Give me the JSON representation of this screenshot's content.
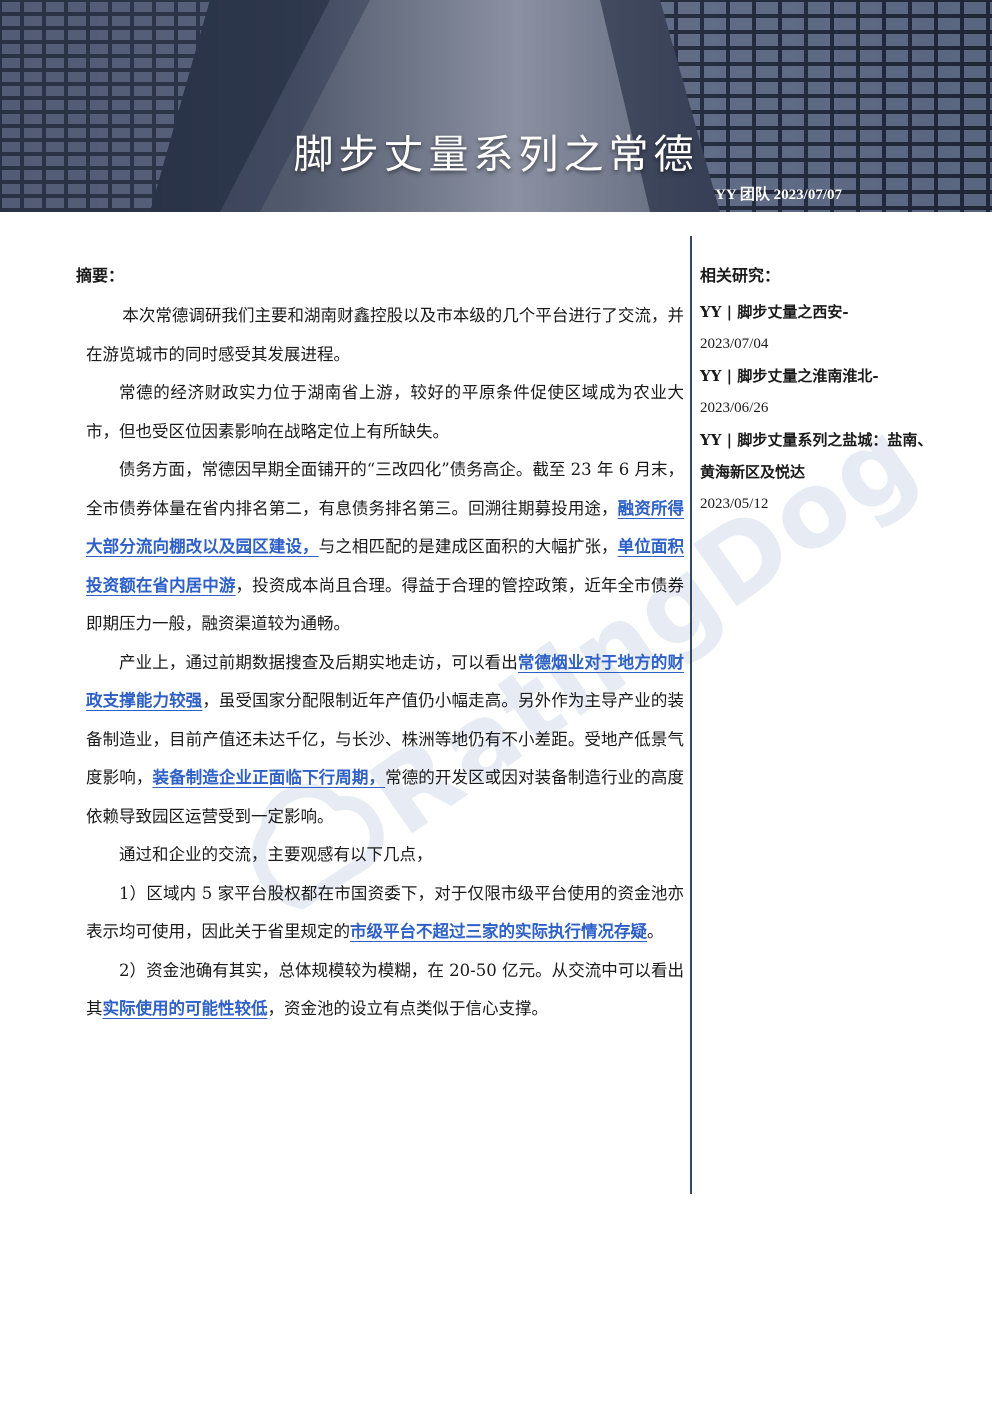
{
  "header": {
    "title": "脚步丈量系列之常德",
    "meta": "YY 团队 2023/07/07"
  },
  "watermark": {
    "text": "RatingDog"
  },
  "main": {
    "abstract_label": "摘要：",
    "paragraphs": [
      [
        {
          "t": "本次常德调研我们主要和湖南财鑫控股以及市本级的几个平台进行了交流，并在游览城市的同时感受其发展进程。"
        }
      ],
      [
        {
          "t": "常德的经济财政实力位于湖南省上游，较好的平原条件促使区域成为农业大市，但也受区位因素影响在战略定位上有所缺失。"
        }
      ],
      [
        {
          "t": "债务方面，常德因早期全面铺开的“三改四化”债务高企。截至 23 年 6 月末，全市债券体量在省内排名第二，有息债务排名第三。回溯往期募投用途，"
        },
        {
          "t": "融资所得大部分流向棚改以及园区建设，",
          "hl": true
        },
        {
          "t": "与之相匹配的是建成区面积的大幅扩张，"
        },
        {
          "t": "单位面积投资额在省内居中游",
          "hl": true
        },
        {
          "t": "，投资成本尚且合理。得益于合理的管控政策，近年全市债券即期压力一般，融资渠道较为通畅。"
        }
      ],
      [
        {
          "t": "产业上，通过前期数据搜查及后期实地走访，可以看出"
        },
        {
          "t": "常德烟业对于地方的财政支撑能力较强",
          "hl": true
        },
        {
          "t": "，虽受国家分配限制近年产值仍小幅走高。另外作为主导产业的装备制造业，目前产值还未达千亿，与长沙、株洲等地仍有不小差距。受地产低景气度影响，"
        },
        {
          "t": "装备制造企业正面临下行周期，",
          "hl": true
        },
        {
          "t": "常德的开发区或因对装备制造行业的高度依赖导致园区运营受到一定影响。"
        }
      ],
      [
        {
          "t": "通过和企业的交流，主要观感有以下几点，"
        }
      ],
      [
        {
          "t": "1）区域内 5 家平台股权都在市国资委下，对于仅限市级平台使用的资金池亦表示均可使用，因此关于省里规定的"
        },
        {
          "t": "市级平台不超过三家的实际执行情况存疑",
          "hl": true
        },
        {
          "t": "。"
        }
      ],
      [
        {
          "t": "2）资金池确有其实，总体规模较为模糊，在 20-50 亿元。从交流中可以看出其"
        },
        {
          "t": "实际使用的可能性较低",
          "hl": true
        },
        {
          "t": "，资金池的设立有点类似于信心支撑。"
        }
      ]
    ]
  },
  "sidebar": {
    "title": "相关研究：",
    "items": [
      {
        "title": "YY | 脚步丈量之西安-",
        "date": "2023/07/04"
      },
      {
        "title": "YY | 脚步丈量之淮南淮北-",
        "date": "2023/06/26"
      },
      {
        "title": "YY | 脚步丈量系列之盐城：盐南、黄海新区及悦达",
        "date": "2023/05/12"
      }
    ]
  },
  "colors": {
    "highlight": "#2d60c9",
    "divider": "#2f4769",
    "banner_dark": "#1a2236"
  }
}
